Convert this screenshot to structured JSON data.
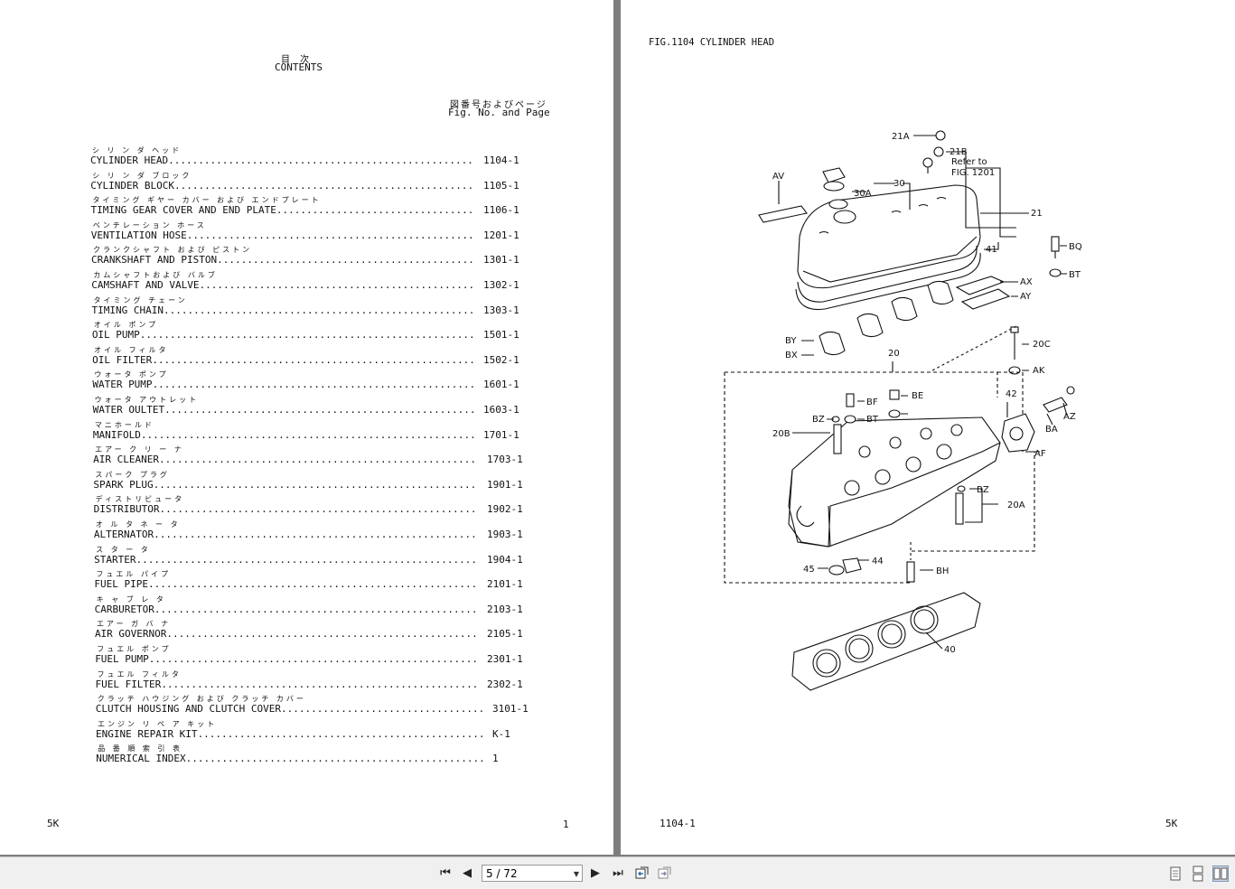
{
  "left_page": {
    "title_jp": "目 次",
    "title_en": "CONTENTS",
    "fig_header_jp": "図番号およびページ",
    "fig_header_en": "Fig. No. and Page",
    "entries": [
      {
        "jp": "シ リ ン ダ ヘッド",
        "name": "CYLINDER HEAD",
        "page": "1104-1"
      },
      {
        "jp": "シ リ ン ダ ブロック",
        "name": "CYLINDER BLOCK",
        "page": "1105-1"
      },
      {
        "jp": "タイミング ギヤー カバー および エンドプレート",
        "name": "TIMING GEAR COVER AND END PLATE",
        "page": "1106-1"
      },
      {
        "jp": "ベンチレーション ホース",
        "name": "VENTILATION HOSE",
        "page": "1201-1"
      },
      {
        "jp": "クランクシャフト および ピストン",
        "name": "CRANKSHAFT AND PISTON",
        "page": "1301-1"
      },
      {
        "jp": "カムシャフトおよび バルブ",
        "name": "CAMSHAFT AND VALVE",
        "page": "1302-1"
      },
      {
        "jp": "タイミング チェーン",
        "name": "TIMING CHAIN",
        "page": "1303-1"
      },
      {
        "jp": "オイル ポンプ",
        "name": "OIL PUMP",
        "page": "1501-1"
      },
      {
        "jp": "オイル フィルタ",
        "name": "OIL FILTER",
        "page": "1502-1"
      },
      {
        "jp": "ウォータ ポンプ",
        "name": "WATER PUMP",
        "page": "1601-1"
      },
      {
        "jp": "ウォータ アウトレット",
        "name": "WATER OULTET",
        "page": "1603-1"
      },
      {
        "jp": "マニホールド",
        "name": "MANIFOLD",
        "page": "1701-1"
      },
      {
        "jp": "エアー ク リ ー ナ",
        "name": "AIR CLEANER",
        "page": "1703-1"
      },
      {
        "jp": "スパーク プラグ",
        "name": "SPARK PLUG",
        "page": "1901-1"
      },
      {
        "jp": "ディストリビュータ",
        "name": "DISTRIBUTOR",
        "page": "1902-1"
      },
      {
        "jp": "オ ル タ ネ ー タ",
        "name": "ALTERNATOR",
        "page": "1903-1"
      },
      {
        "jp": "ス タ ー タ",
        "name": "STARTER",
        "page": "1904-1"
      },
      {
        "jp": "フュエル パイプ",
        "name": "FUEL PIPE",
        "page": "2101-1"
      },
      {
        "jp": "キ ャ ブ レ タ",
        "name": "CARBURETOR",
        "page": "2103-1"
      },
      {
        "jp": "エアー ガ バ ナ",
        "name": "AIR GOVERNOR",
        "page": "2105-1"
      },
      {
        "jp": "フュエル ポンプ",
        "name": "FUEL PUMP",
        "page": "2301-1"
      },
      {
        "jp": "フュエル フィルタ",
        "name": "FUEL FILTER",
        "page": "2302-1"
      },
      {
        "jp": "クラッチ ハウジング および クラッチ カバー",
        "name": "CLUTCH HOUSING AND CLUTCH COVER",
        "page": "3101-1"
      },
      {
        "jp": "エンジン リ ペ ア キット",
        "name": "ENGINE REPAIR KIT",
        "page": "K-1"
      },
      {
        "jp": "品 番 順 索 引 表",
        "name": "NUMERICAL INDEX",
        "page": "1"
      }
    ],
    "footer_left": "5K",
    "footer_right": "1"
  },
  "right_page": {
    "fig_title": "FIG.1104 CYLINDER HEAD",
    "refer_note_1": "Refer to",
    "refer_note_2": "FIG. 1201",
    "callouts": [
      "21A",
      "21B",
      "AV",
      "30",
      "30A",
      "21",
      "41",
      "BQ",
      "BT",
      "AX",
      "AY",
      "BY",
      "BX",
      "20",
      "20C",
      "AK",
      "BF",
      "BE",
      "BT",
      "BZ",
      "20B",
      "42",
      "AZ",
      "BA",
      "AF",
      "BZ",
      "20A",
      "45",
      "44",
      "BH",
      "40"
    ],
    "footer_left": "1104-1",
    "footer_right": "5K"
  },
  "toolbar": {
    "page_indicator": "5 / 72",
    "icons": [
      "first-page-icon",
      "prev-page-icon",
      "next-page-icon",
      "last-page-icon",
      "go-back-icon",
      "go-forward-icon",
      "single-page-view-icon",
      "continuous-view-icon",
      "two-page-view-icon"
    ]
  }
}
